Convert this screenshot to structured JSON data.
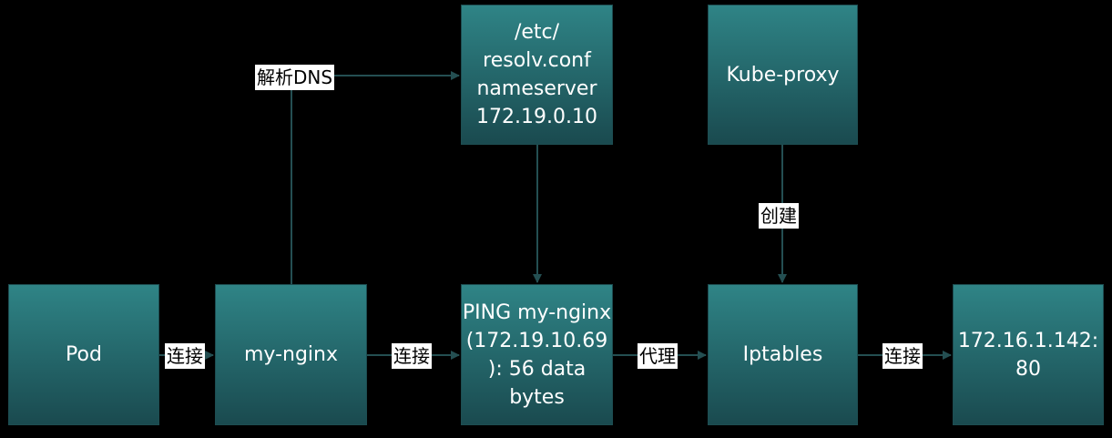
{
  "nodes": {
    "pod": "Pod",
    "my_nginx": "my-nginx",
    "resolv_conf": [
      "/etc/",
      "resolv.conf",
      "nameserver",
      "172.19.0.10"
    ],
    "ping": [
      "PING my-nginx",
      "(172.19.10.69",
      "): 56 data",
      "bytes"
    ],
    "kube_proxy": "Kube-proxy",
    "iptables": "Iptables",
    "target": [
      "172.16.1.142:",
      "80"
    ]
  },
  "edges": {
    "pod_to_nginx": "连接",
    "nginx_to_ping": "连接",
    "resolve_dns": "解析DNS",
    "ping_to_iptables": "代理",
    "kubeproxy_create": "创建",
    "iptables_to_target": "连接"
  },
  "colors": {
    "background": "#000000",
    "node_fill_top": "#2f8486",
    "node_fill_bottom": "#1a4a4f",
    "connector": "#244f52",
    "text": "#ffffff",
    "label_bg": "#ffffff",
    "label_text": "#000000"
  }
}
